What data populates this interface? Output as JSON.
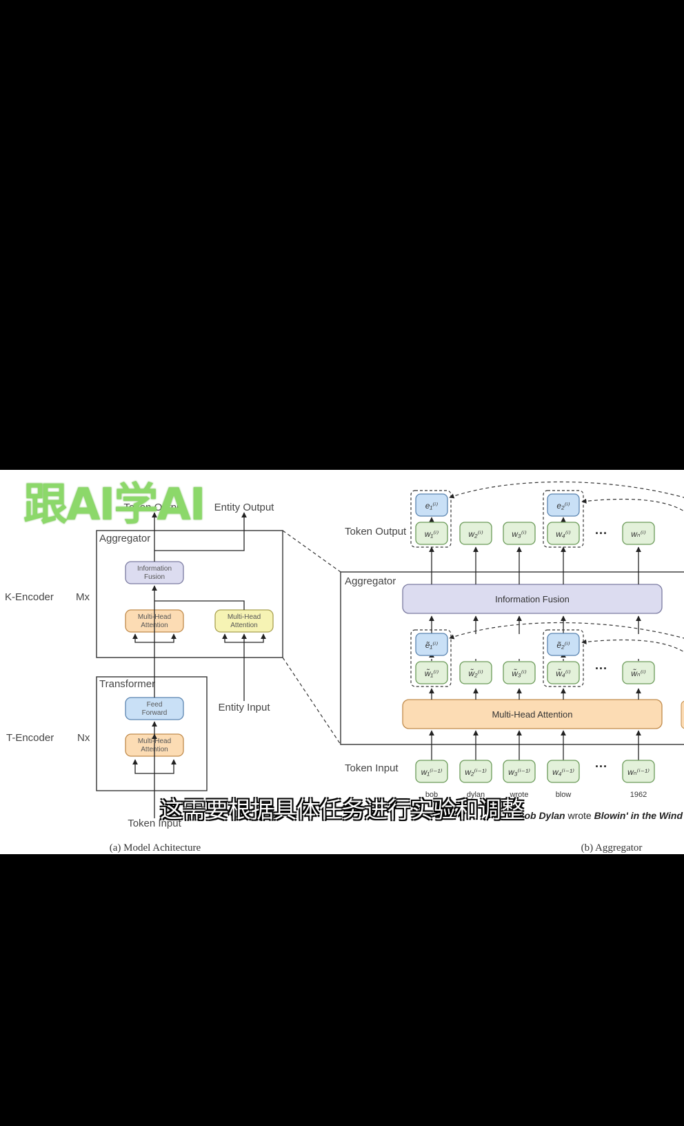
{
  "watermark": "跟AI学AI",
  "subtitle": "这需要根据具体任务进行实验和调整",
  "diagram": {
    "a": {
      "k_encoder": "K-Encoder",
      "k_repeat": "Mx",
      "t_encoder": "T-Encoder",
      "t_repeat": "Nx",
      "aggregator": "Aggregator",
      "transformer": "Transformer",
      "info_fusion": [
        "Information",
        "Fusion"
      ],
      "mha_token": [
        "Multi-Head",
        "Attention"
      ],
      "mha_entity": [
        "Multi-Head",
        "Attention"
      ],
      "feed_forward": [
        "Feed",
        "Forward"
      ],
      "mha_t": [
        "Multi-Head",
        "Attention"
      ],
      "token_output": "Token Output",
      "entity_output": "Entity Output",
      "entity_input": "Entity Input",
      "token_input": "Token Input",
      "caption": "(a) Model Achitecture"
    },
    "b": {
      "token_output": "Token Output",
      "aggregator": "Aggregator",
      "info_fusion": "Information Fusion",
      "mha": "Multi-Head Attention",
      "token_input": "Token Input",
      "ellipsis": "···",
      "words": [
        "bob",
        "dylan",
        "wrote",
        "blow",
        "1962"
      ],
      "sentence_1": "Bob Dylan",
      "sentence_2": " wrote ",
      "sentence_3": "Blowin' in the Wind",
      "caption": "(b) Aggregator",
      "out_tokens": [
        "w₁⁽ⁱ⁾",
        "w₂⁽ⁱ⁾",
        "w₃⁽ⁱ⁾",
        "w₄⁽ⁱ⁾",
        "wₙ⁽ⁱ⁾"
      ],
      "out_entities": [
        "e₁⁽ⁱ⁾",
        "e₂⁽ⁱ⁾"
      ],
      "mid_tokens": [
        "w̃₁⁽ⁱ⁾",
        "w̃₂⁽ⁱ⁾",
        "w̃₃⁽ⁱ⁾",
        "w̃₄⁽ⁱ⁾",
        "w̃ₙ⁽ⁱ⁾"
      ],
      "mid_entities": [
        "ẽ₁⁽ⁱ⁾",
        "ẽ₂⁽ⁱ⁾"
      ],
      "in_tokens": [
        "w₁⁽ⁱ⁻¹⁾",
        "w₂⁽ⁱ⁻¹⁾",
        "w₃⁽ⁱ⁻¹⁾",
        "w₄⁽ⁱ⁻¹⁾",
        "wₙ⁽ⁱ⁻¹⁾"
      ]
    }
  },
  "colors": {
    "green_fill": "#e3f1da",
    "green_stroke": "#6a9a58",
    "blue_fill": "#c9e0f6",
    "blue_stroke": "#5a84b0",
    "purple_fill": "#dcdcf0",
    "purple_stroke": "#7a7aa0",
    "orange_fill": "#fcdcb4",
    "orange_stroke": "#c08a4a",
    "yellow_fill": "#f6f3b4",
    "yellow_stroke": "#a8a050"
  }
}
